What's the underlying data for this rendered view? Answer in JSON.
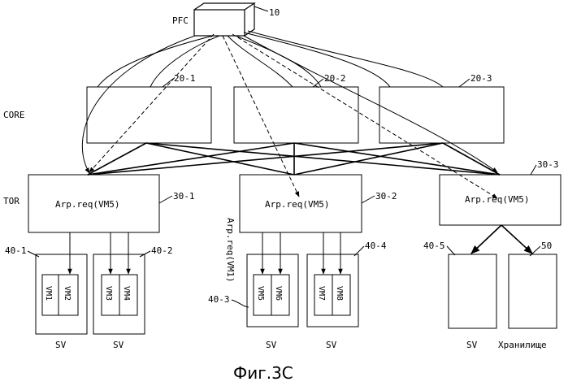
{
  "pfc": {
    "label": "PFC",
    "ref": "10"
  },
  "core": {
    "label": "CORE",
    "switches": [
      {
        "ref": "20-1"
      },
      {
        "ref": "20-2"
      },
      {
        "ref": "20-3"
      }
    ]
  },
  "tor": {
    "label": "TOR",
    "switches": [
      {
        "ref": "30-1",
        "text": "Arp.req(VM5)"
      },
      {
        "ref": "30-2",
        "text": "Arp.req(VM5)"
      },
      {
        "ref": "30-3",
        "text": "Arp.req(VM5)"
      }
    ]
  },
  "servers": [
    {
      "ref": "40-1",
      "label": "SV",
      "vms": [
        "VM1",
        "VM2"
      ]
    },
    {
      "ref": "40-2",
      "label": "SV",
      "vms": [
        "VM3",
        "VM4"
      ]
    },
    {
      "ref": "40-3",
      "label": "SV",
      "vms": [
        "VM5",
        "VM6"
      ]
    },
    {
      "ref": "40-4",
      "label": "SV",
      "vms": [
        "VM7",
        "VM8"
      ]
    },
    {
      "ref": "40-5",
      "label": "SV"
    },
    {
      "ref": "50",
      "label": "Хранилище"
    }
  ],
  "vertical_note": "Arp.req(VM1)",
  "caption": "Фиг.3C"
}
